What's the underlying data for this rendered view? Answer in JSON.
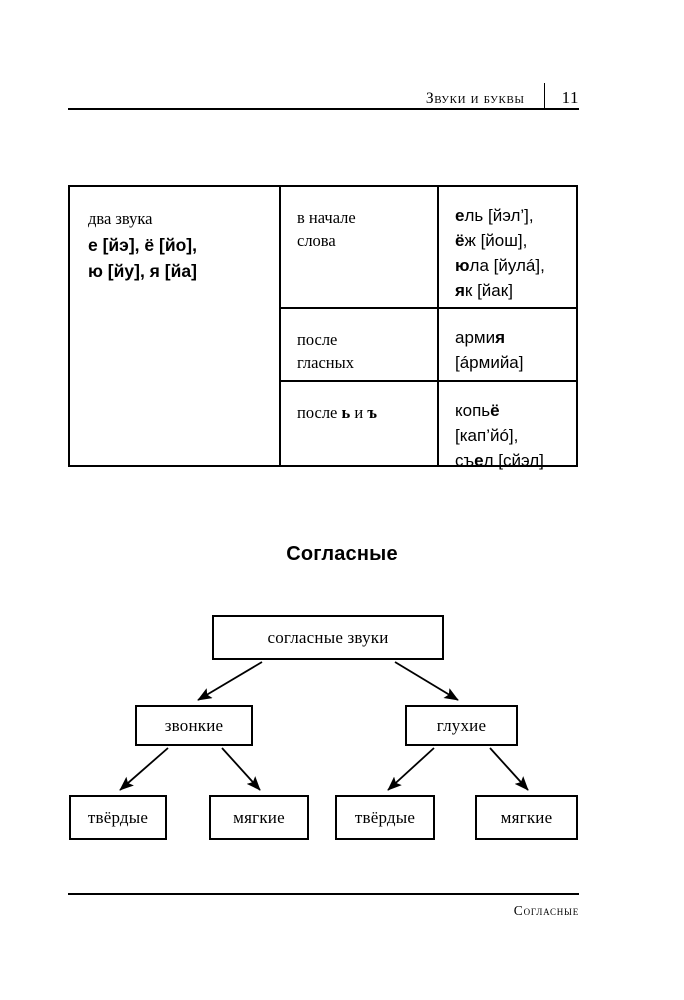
{
  "header": {
    "title": "Звуки и буквы",
    "page_number": "11"
  },
  "table": {
    "left_cell": {
      "heading": "два звука",
      "line1": "е [йэ], ё [йо],",
      "line2": "ю [йу], я [йа]"
    },
    "rows": [
      {
        "condition_line1": "в начале",
        "condition_line2": "слова",
        "condition_bold1": "",
        "condition_bold2": "",
        "examples": [
          {
            "bold": "е",
            "rest": "ль [йэл’],"
          },
          {
            "bold": "ё",
            "rest": "ж [йош],"
          },
          {
            "bold": "ю",
            "rest": "ла [йулá],"
          },
          {
            "bold": "я",
            "rest": "к [йак]"
          }
        ]
      },
      {
        "condition_line1": "после",
        "condition_line2": "гласных",
        "examples": [
          {
            "bold": "",
            "rest": "арми",
            "bold_tail": "я"
          },
          {
            "bold": "",
            "rest": "[áрмийа]"
          }
        ]
      },
      {
        "condition_prefix": "после ",
        "condition_bold_a": "ь",
        "condition_mid": " и ",
        "condition_bold_b": "ъ",
        "examples": [
          {
            "bold": "",
            "rest": "копь",
            "bold_tail": "ё"
          },
          {
            "bold": "",
            "rest": "[кап’йó],"
          },
          {
            "bold": "",
            "rest": "съ",
            "bold_mid": "е",
            "tail": "л [сйэл]"
          }
        ]
      }
    ]
  },
  "section": {
    "title": "Согласные"
  },
  "diagram": {
    "root": "согласные звуки",
    "level2": [
      "звонкие",
      "глухие"
    ],
    "level3": [
      "твёрдые",
      "мягкие",
      "твёрдые",
      "мягкие"
    ]
  },
  "footer": {
    "text": "Согласные"
  },
  "colors": {
    "ink": "#000000",
    "paper": "#ffffff"
  }
}
